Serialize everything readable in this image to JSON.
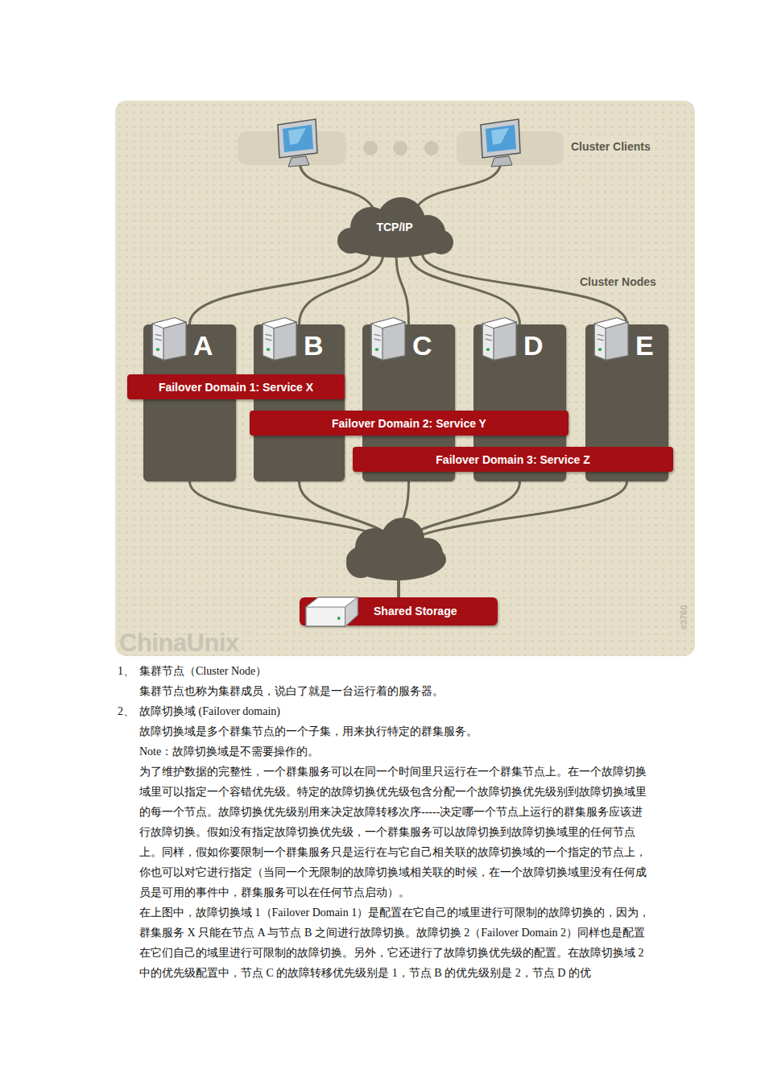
{
  "diagram": {
    "nodes": [
      {
        "text": [
          "TCP/IP"
        ]
      },
      {
        "text": [
          "A"
        ]
      },
      {
        "text": [
          "B"
        ]
      },
      {
        "text": [
          "C"
        ]
      },
      {
        "text": [
          "D"
        ]
      },
      {
        "text": [
          "E"
        ]
      },
      {
        "text": [
          "Failover Domain 1: Service X"
        ]
      },
      {
        "text": [
          "Failover Domain 2: Service Y"
        ]
      },
      {
        "text": [
          "Failover Domain 3: Service Z"
        ]
      },
      {
        "text": [
          "Shared Storage"
        ]
      }
    ],
    "edges": [
      {
        "from": 0,
        "to": 1,
        "arrow": "none"
      },
      {
        "from": 0,
        "to": 2,
        "arrow": "none"
      },
      {
        "from": 0,
        "to": 3,
        "arrow": "none"
      },
      {
        "from": 0,
        "to": 4,
        "arrow": "none"
      },
      {
        "from": 0,
        "to": 5,
        "arrow": "none"
      },
      {
        "from": 1,
        "to": 9,
        "arrow": "none"
      },
      {
        "from": 2,
        "to": 9,
        "arrow": "none"
      },
      {
        "from": 3,
        "to": 9,
        "arrow": "none"
      },
      {
        "from": 4,
        "to": 9,
        "arrow": "none"
      },
      {
        "from": 5,
        "to": 9,
        "arrow": "none"
      }
    ],
    "labels": [
      "Cluster Clients",
      "Cluster Nodes",
      "ChinaUnix",
      "#3760",
      "1、",
      "集群节点（Cluster Node）",
      "集群节点也称为集群成员，说白了就是一台运行着的服务器。",
      "2、",
      "故障切换域 (Failover domain)",
      "故障切换域是多个群集节点的一个子集，用来执行特定的群集服务。",
      "Note：故障切换域是不需要操作的。",
      "为了维护数据的完整性，一个群集服务可以在同一个时间里只运行在一个群集节点上。在一个故障切换域里可以指定一个容错优先级。特定的故障切换优先级包含分配一个故障切换优先级别到故障切换域里的每一个节点。故障切换优先级别用来决定故障转移次序-----决定哪一个节点上运行的群集服务应该进行故障切换。假如没有指定故障切换优先级，一个群集服务可以故障切换到故障切换域里的任何节点上。同样，假如你要限制一个群集服务只是运行在与它自己相关联的故障切换域的一个指定的节点上，你也可以对它进行指定（当同一个无限制的故障切换域相关联的时候，在一个故障切换域里没有任何成员是可用的事件中，群集服务可以在任何节点启动）。",
      "在上图中，故障切换域 1（Failover Domain 1）是配置在它自己的域里进行可限制的故障切换的，因为，群集服务 X 只能在节点 A 与节点 B 之间进行故障切换。故障切换 2（Failover Domain 2）同样也是配置在它们自己的域里进行可限制的故障切换。另外，它还进行了故障切换优先级的配置。在故障切换域 2 中的优先级配置中，节点 C 的故障转移优先级别是 1，节点 B 的优先级别是 2，节点 D 的优"
    ]
  }
}
